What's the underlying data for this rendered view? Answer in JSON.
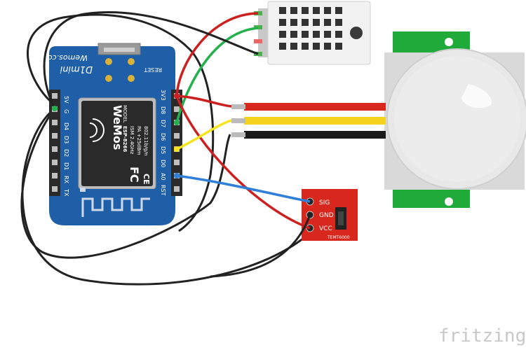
{
  "d1mini": {
    "brand": "Wemos.cc",
    "model": "D1mini",
    "reset_label": "RESET",
    "left_pins": [
      "5V",
      "G",
      "D4",
      "D3",
      "D2",
      "D1",
      "RX",
      "TX"
    ],
    "right_pins": [
      "3V3",
      "D8",
      "D7",
      "D6",
      "D5",
      "D0",
      "A0",
      "RST"
    ],
    "chip": {
      "logo": "WeMos",
      "model_label": "MODEL",
      "model": "ESP-8266",
      "lines": [
        "ISM 2.4GHz",
        "PA +25dBm",
        "802.11b/g/n"
      ],
      "fcc": "FC",
      "ce": "CE"
    }
  },
  "temt6000": {
    "name": "TEMT6000",
    "pins": [
      "SIG",
      "GND",
      "VCC"
    ]
  },
  "watermark": "fritzing",
  "colors": {
    "board_blue": "#1f5fa8",
    "wire_red": "#cc1f1f",
    "wire_green": "#22b14c",
    "wire_yellow": "#f5e31d",
    "wire_black": "#222222",
    "wire_blue": "#2f7fd8",
    "pir_green": "#1faa3a",
    "sensor_red": "#d8281e"
  }
}
